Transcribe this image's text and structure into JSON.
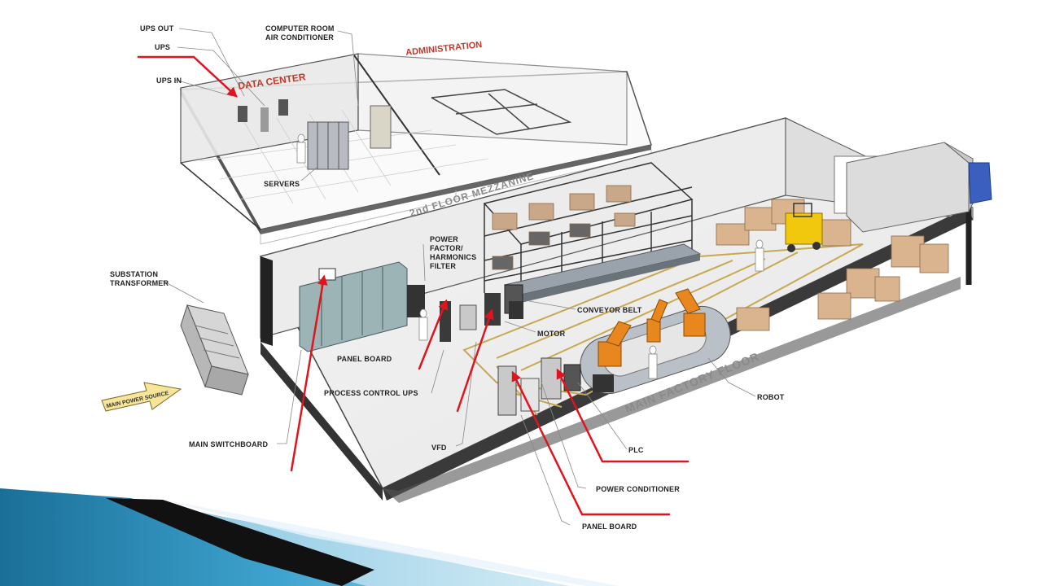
{
  "rooms": {
    "data_center": "DATA CENTER",
    "administration": "ADMINISTRATION",
    "mezzanine": "2nd FLOOR MEZZANINE",
    "main_floor": "MAIN FACTORY FLOOR"
  },
  "labels": {
    "ups_out": "UPS OUT",
    "ups": "UPS",
    "ups_in": "UPS IN",
    "crac_line1": "COMPUTER ROOM",
    "crac_line2": "AIR CONDITIONER",
    "servers": "SERVERS",
    "substation_line1": "SUBSTATION",
    "substation_line2": "TRANSFORMER",
    "main_power_source": "MAIN POWER SOURCE",
    "power_factor_line1": "POWER",
    "power_factor_line2": "FACTOR/",
    "power_factor_line3": "HARMONICS",
    "power_factor_line4": "FILTER",
    "conveyor_belt": "CONVEYOR BELT",
    "motor": "MOTOR",
    "panel_board_left": "PANEL BOARD",
    "process_control_ups": "PROCESS CONTROL UPS",
    "main_switchboard": "MAIN SWITCHBOARD",
    "vfd": "VFD",
    "robot": "ROBOT",
    "plc": "PLC",
    "power_conditioner": "POWER CONDITIONER",
    "panel_board_bottom": "PANEL BOARD"
  },
  "colors": {
    "highlight_arrow": "#e0141e",
    "room_title": "#c0392b",
    "robot": "#e8871e",
    "forklift": "#f2c80f",
    "floor_stripe": "#c8a850",
    "banner_dark": "#111111",
    "banner_blue": "#2e9ac8"
  }
}
